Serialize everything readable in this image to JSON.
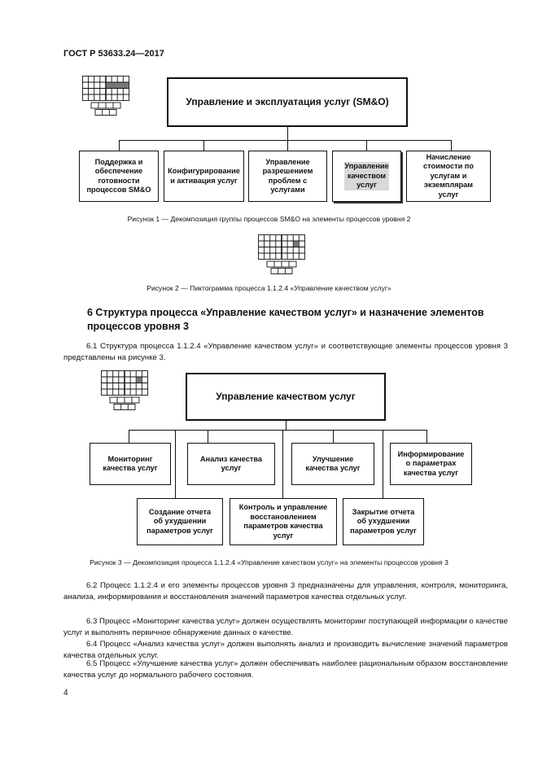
{
  "header": {
    "standard": "ГОСТ Р 53633.24—2017"
  },
  "figure1": {
    "top": "Управление и эксплуатация услуг (SM&O)",
    "children": [
      "Поддержка и\nобеспечение\nготовности\nпроцессов SM&O",
      "Конфигурирование\nи активация услуг",
      "Управление\nразрешением\nпроблем с\nуслугами",
      "Управление\nкачеством\nуслуг",
      "Начисление\nстоимости по\nуслугам и\nэкземплярам\nуслуг"
    ],
    "caption": "Рисунок 1 — Декомпозиция группы процессов SM&O на элементы процессов уровня 2"
  },
  "figure2": {
    "caption": "Рисунок 2 — Пиктограмма процесса 1.1.2.4 «Управление качеством услуг»"
  },
  "section6": {
    "title": "6 Структура процесса «Управление качеством услуг» и назначение элементов процессов уровня 3",
    "p1": "6.1 Структура процесса 1.1.2.4 «Управление качеством услуг» и соответствующие элементы процессов уровня 3 представлены на рисунке 3."
  },
  "figure3": {
    "top": "Управление качеством услуг",
    "row1": [
      "Мониторинг\nкачества услуг",
      "Анализ качества\nуслуг",
      "Улучшение\nкачества услуг",
      "Информирование\nо параметрах\nкачества услуг"
    ],
    "row2": [
      "Создание отчета\nоб ухудшении\nпараметров услуг",
      "Контроль и управление\nвосстановлением\nпараметров качества\nуслуг",
      "Закрытие отчета\nоб ухудшении\nпараметров услуг"
    ],
    "caption": "Рисунок 3 — Декомпозиция процесса 1.1.2.4 «Управление качеством услуг» на элементы процессов уровня 3"
  },
  "paragraphs": [
    "6.2 Процесс 1.1.2.4 и его элементы процессов уровня 3 предназначены для управления, контроля, мониторинга, анализа, информирования и восстановления значений параметров качества отдельных услуг.",
    "6.3 Процесс «Мониторинг качества услуг» должен осуществлять мониторинг поступающей информации о качестве услуг и выполнять первичное обнаружение данных о качестве.",
    "6.4 Процесс «Анализ качества услуг» должен выполнять анализ и производить вычисление значений параметров качества отдельных услуг.",
    "6.5 Процесс «Улучшение качества услуг» должен обеспечивать наиболее рациональным образом восстановление качества услуг до нормального рабочего состояния."
  ],
  "page_number": "4"
}
